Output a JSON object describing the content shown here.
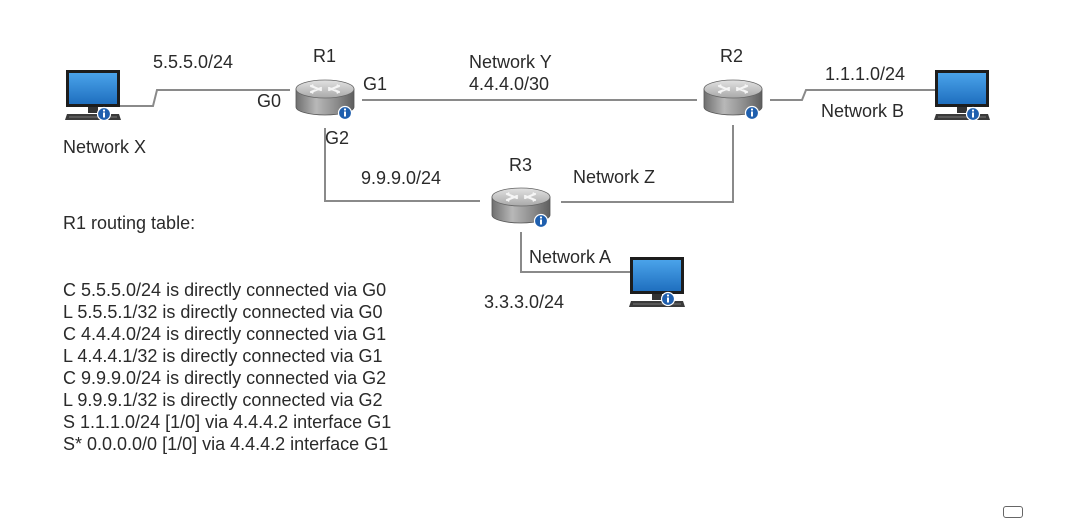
{
  "routers": {
    "r1": {
      "name": "R1"
    },
    "r2": {
      "name": "R2"
    },
    "r3": {
      "name": "R3"
    }
  },
  "interfaces": {
    "g0": "G0",
    "g1": "G1",
    "g2": "G2"
  },
  "networks": {
    "x": {
      "label": "Network X",
      "subnet": "5.5.5.0/24"
    },
    "y": {
      "label": "Network Y",
      "subnet": "4.4.4.0/30"
    },
    "b": {
      "label": "Network B",
      "subnet": "1.1.1.0/24"
    },
    "z": {
      "label": "Network Z",
      "subnet": "9.9.9.0/24"
    },
    "a": {
      "label": "Network A",
      "subnet": "3.3.3.0/24"
    }
  },
  "routing_table": {
    "title": "R1 routing table:",
    "entries": [
      "C 5.5.5.0/24 is directly connected via G0",
      "L 5.5.5.1/32 is directly connected via G0",
      "C 4.4.4.0/24 is directly connected via G1",
      "L 4.4.4.1/32 is directly connected via G1",
      "C 9.9.9.0/24 is directly connected via G2",
      "L 9.9.9.1/32 is directly connected via G2",
      "S 1.1.1.0/24 [1/0] via 4.4.4.2 interface G1",
      "S* 0.0.0.0/0 [1/0] via 4.4.4.2 interface G1"
    ]
  },
  "colors": {
    "link": "#8a8a8a",
    "router_body": "#9a9a9a",
    "screen": "#2f86d6",
    "info_badge": "#1f5fae"
  },
  "icons": {
    "router": "router-icon",
    "computer": "computer-icon",
    "info": "info-icon"
  }
}
